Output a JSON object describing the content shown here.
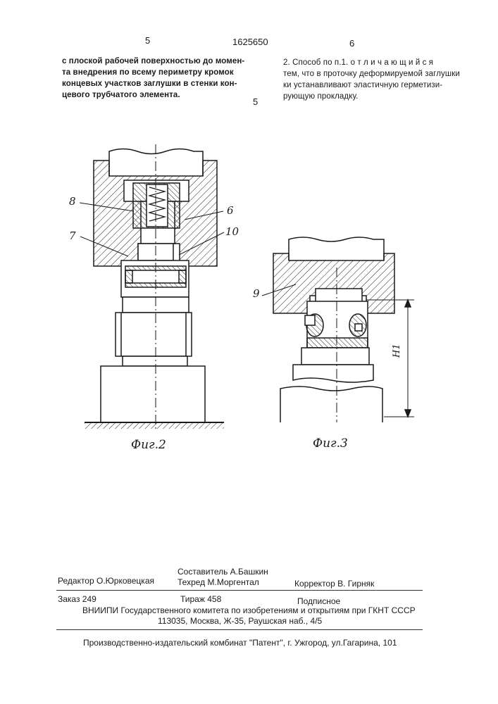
{
  "header": {
    "page_left": "5",
    "patent_number": "1625650",
    "page_right": "6",
    "line_marker": "5"
  },
  "left_column": {
    "lines": [
      "с плоской рабочей поверхностью до момен-",
      "та внедрения по всему периметру кромок",
      "концевых участков заглушки в стенки кон-",
      "цевого трубчатого элемента."
    ]
  },
  "right_column": {
    "lines": [
      "2. Способ по п.1. о т л и ч а ю щ и й с я",
      "тем, что в проточку деформируемой заглушки",
      "ки    устанавливают эластичную герметизи-",
      "рующую прокладку."
    ]
  },
  "figures": {
    "fig2": {
      "caption": "Фиг.2",
      "labels": {
        "l8": "8",
        "l7": "7",
        "l6": "6",
        "l10": "10"
      }
    },
    "fig3": {
      "caption": "Фиг.3",
      "labels": {
        "l9": "9",
        "h1": "H1"
      }
    }
  },
  "imprint": {
    "editor": "Редактор  О.Юрковецкая",
    "compiler": "Составитель  А.Башкин",
    "techred": "Техред М.Моргентал",
    "corrector": "Корректор  В. Гирняк",
    "order": "Заказ  249",
    "circulation": "Тираж 458",
    "subscription": "Подписное",
    "institute": "ВНИИПИ Государственного комитета по изобретениям и открытиям при ГКНТ СССР",
    "address": "113035, Москва, Ж-35, Раушская наб., 4/5",
    "publisher": "Производственно-издательский комбинат \"Патент\", г. Ужгород, ул.Гагарина, 101"
  }
}
